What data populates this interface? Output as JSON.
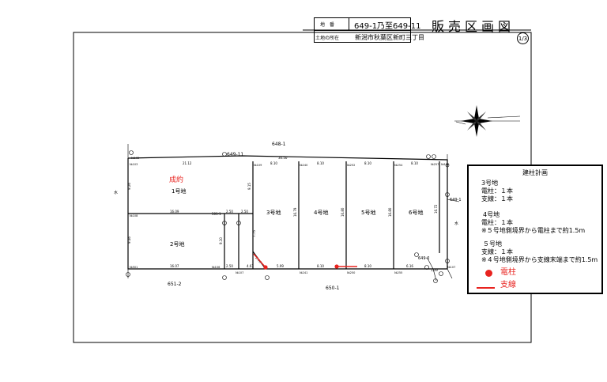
{
  "header": {
    "label_lot": "地　番",
    "lot_number": "649-1乃至649-11",
    "title": "販売区画図",
    "label_address": "土地の所在",
    "address": "新潟市秋葉区新町三丁目",
    "page": "1/3"
  },
  "plan": {
    "parcel_top": "648-1",
    "parcel_bottom_left": "651-2",
    "parcel_bottom": "650-1",
    "parcel_right": "649-1",
    "parcel_road": "649-11",
    "parcel_sub": "649-2",
    "parcel_mid": "501-1",
    "water_left": "水",
    "water_right": "水",
    "sold_label": "成約",
    "lot1": "1号地",
    "lot2": "2号地",
    "lot3": "3号地",
    "lot4": "4号地",
    "lot5": "5号地",
    "lot6": "6号地",
    "dims": {
      "top_left": "21.12",
      "top_mid": "30.50",
      "top_3": "8.10",
      "top_4": "8.10",
      "top_5": "8.10",
      "top_6": "8.10",
      "mid_1": "16.09",
      "mid_2": "2.50",
      "mid_3": "2.50",
      "bot_1": "16.07",
      "bot_2": "2.50",
      "bot_3": "4.61",
      "bot_4": "5.99",
      "bot_5": "8.10",
      "bot_6": "8.10",
      "bot_7": "6.16",
      "bot_8": "1.39",
      "left_1": "9.26",
      "left_2": "9.46",
      "v_1": "9.15",
      "v_2": "9.10",
      "v_3": "7.75",
      "v_4": "16.79",
      "v_5": "16.80",
      "v_6": "16.80",
      "v_7": "16.72",
      "diag": "2.46"
    },
    "markers": {
      "m1": "№109",
      "m2": "№110",
      "m3": "№240",
      "m4": "№252",
      "m5": "№254",
      "m6": "№257",
      "m7": "№108",
      "m8": "№501",
      "m9": "№106",
      "m10": "№107",
      "m11": "№241",
      "m12": "№250",
      "m13": "№255",
      "m14": "№107",
      "m15": "№102",
      "m16": "№103"
    }
  },
  "legend": {
    "title": "建柱計画",
    "lot3_title": "3号地",
    "lot3_pole": "電柱：１本",
    "lot3_wire": "支線：１本",
    "lot4_title": "4号地",
    "lot4_pole": "電柱：１本",
    "lot4_note": "※５号地側境界から電柱まで約1.5m",
    "lot5_title": "５号地",
    "lot5_wire": "支線：１本",
    "lot5_note": "※４号地側境界から支線末端まで約1.5m",
    "pole_label": "電柱",
    "wire_label": "支線",
    "pole_color": "#e8231f",
    "wire_color": "#e8231f"
  }
}
